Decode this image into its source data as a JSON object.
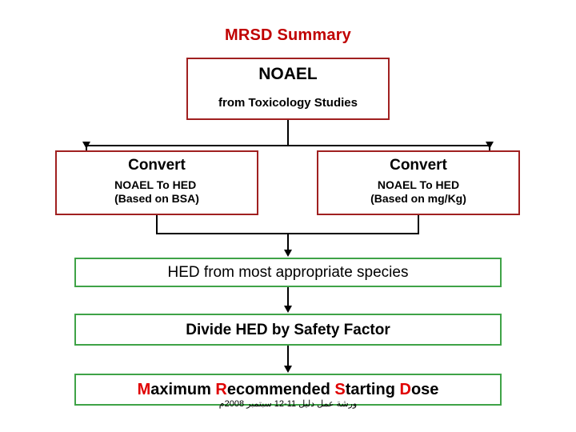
{
  "title": "MRSD Summary",
  "colors": {
    "title_red": "#c00000",
    "box_border_red": "#a02020",
    "box_border_green": "#3fa347",
    "highlight_red": "#e00000",
    "connector_black": "#000000",
    "background": "#ffffff"
  },
  "nodes": {
    "noael": {
      "heading": "NOAEL",
      "subtext": "from Toxicology Studies",
      "border": "red"
    },
    "convert_bsa": {
      "heading": "Convert",
      "line2": "NOAEL To HED",
      "line3": "(Based on BSA)",
      "border": "red"
    },
    "convert_mgkg": {
      "heading": "Convert",
      "line2": "NOAEL To HED",
      "line3": "(Based on mg/Kg)",
      "border": "red"
    },
    "hed_species": {
      "heading": "HED from most appropriate species",
      "border": "green"
    },
    "divide_hed": {
      "heading": "Divide HED by Safety Factor",
      "border": "green"
    },
    "mrsd": {
      "parts": [
        {
          "text": "M",
          "highlight": true
        },
        {
          "text": "aximum ",
          "highlight": false
        },
        {
          "text": "R",
          "highlight": true
        },
        {
          "text": "ecommended ",
          "highlight": false
        },
        {
          "text": "S",
          "highlight": true
        },
        {
          "text": "tarting ",
          "highlight": false
        },
        {
          "text": "D",
          "highlight": true
        },
        {
          "text": "ose",
          "highlight": false
        }
      ],
      "plain": "Maximum Recommended Starting Dose",
      "border": "green"
    }
  },
  "footer": {
    "note": "ورشة عمل دليل 11-12 سبتمبر 2008م"
  },
  "connectors": [
    {
      "name": "noael-to-split",
      "type": "vertical"
    },
    {
      "name": "split-bar",
      "type": "horizontal"
    },
    {
      "name": "split-to-convert-bsa",
      "type": "arrow-down"
    },
    {
      "name": "split-to-convert-mgkg",
      "type": "arrow-down"
    },
    {
      "name": "convert-bsa-to-merge",
      "type": "vertical"
    },
    {
      "name": "convert-mgkg-to-merge",
      "type": "vertical"
    },
    {
      "name": "merge-bar",
      "type": "horizontal"
    },
    {
      "name": "merge-to-hed-species",
      "type": "arrow-down"
    },
    {
      "name": "hed-species-to-divide",
      "type": "arrow-down"
    },
    {
      "name": "divide-to-mrsd",
      "type": "arrow-down"
    }
  ]
}
